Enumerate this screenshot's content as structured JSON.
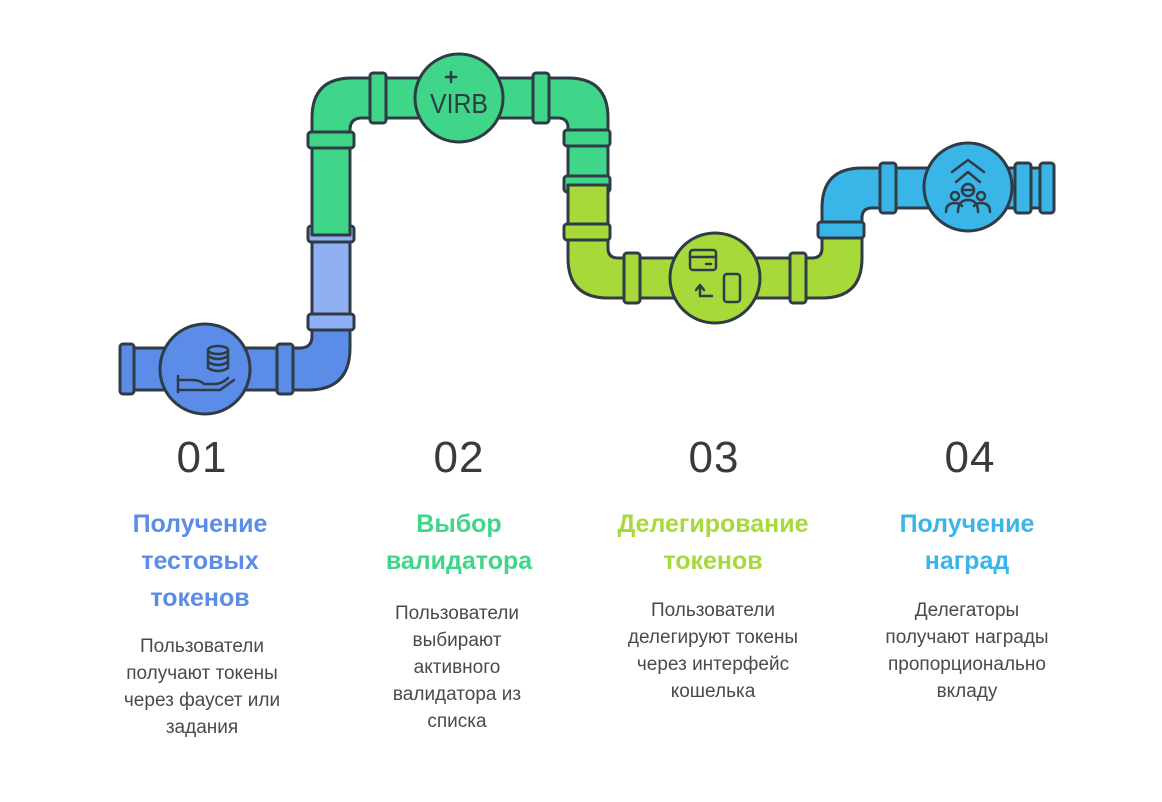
{
  "colors": {
    "step1": "#5b8de8",
    "step1_light": "#8fb0f2",
    "step2": "#3fd68a",
    "step3": "#a8d93a",
    "step4": "#3ab5e8",
    "outline": "#2f3b45",
    "number": "#3a3a3a",
    "text": "#4a4a4a"
  },
  "icons": [
    "coin-hand-icon",
    "virb-logo-icon",
    "card-phone-transfer-icon",
    "growth-people-icon"
  ],
  "logo_text": "VIRB",
  "steps": [
    {
      "number": "01",
      "title_lines": [
        "Получение",
        "тестовых",
        "токенов"
      ],
      "desc_lines": [
        "Пользователи",
        "получают токены",
        "через фаусет или",
        "задания"
      ]
    },
    {
      "number": "02",
      "title_lines": [
        "Выбор",
        "валидатора"
      ],
      "desc_lines": [
        "Пользователи",
        "выбирают",
        "активного",
        "валидатора из",
        "списка"
      ]
    },
    {
      "number": "03",
      "title_lines": [
        "Делегирование",
        "токенов"
      ],
      "desc_lines": [
        "Пользователи",
        "делегируют токены",
        "через интерфейс",
        "кошелька"
      ]
    },
    {
      "number": "04",
      "title_lines": [
        "Получение",
        "наград"
      ],
      "desc_lines": [
        "Делегаторы",
        "получают награды",
        "пропорционально",
        "вкладу"
      ]
    }
  ]
}
